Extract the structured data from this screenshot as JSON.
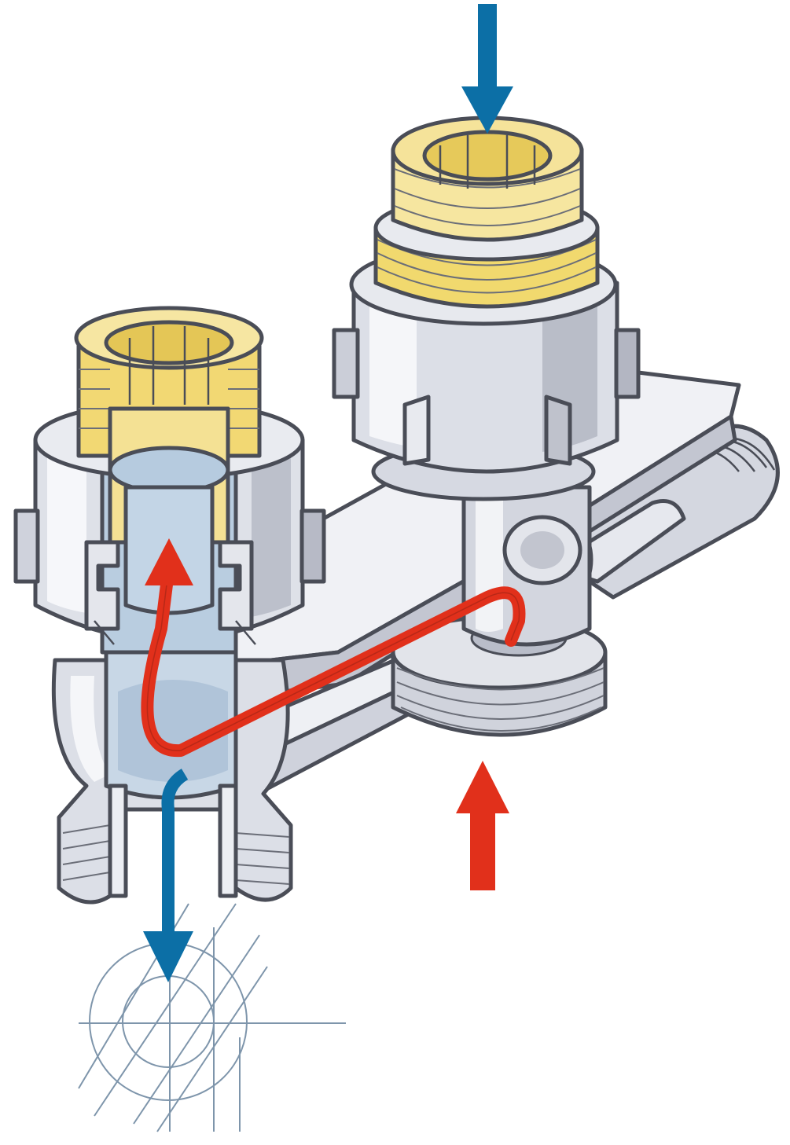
{
  "colors": {
    "supply_flow": "#e1301b",
    "return_flow": "#0c6fa6",
    "brass": "#f3db7a",
    "brass_dark": "#d9b93d",
    "metal_light": "#eceef3",
    "metal_mid": "#c9ccd6",
    "metal_shadow": "#a8abb8",
    "inner_cavity": "#b6cde0",
    "outline": "#4a4d57",
    "construction_lines": "#7e95ab"
  },
  "flow_arrows": [
    {
      "id": "top-right-inlet",
      "color": "return_flow",
      "direction": "down"
    },
    {
      "id": "bottom-right-inlet",
      "color": "supply_flow",
      "direction": "up"
    },
    {
      "id": "left-cutaway-outlet",
      "color": "supply_flow",
      "direction": "up"
    },
    {
      "id": "bottom-left-outlet",
      "color": "return_flow",
      "direction": "down"
    }
  ],
  "icons": [
    "pipe-axis-symbol"
  ]
}
